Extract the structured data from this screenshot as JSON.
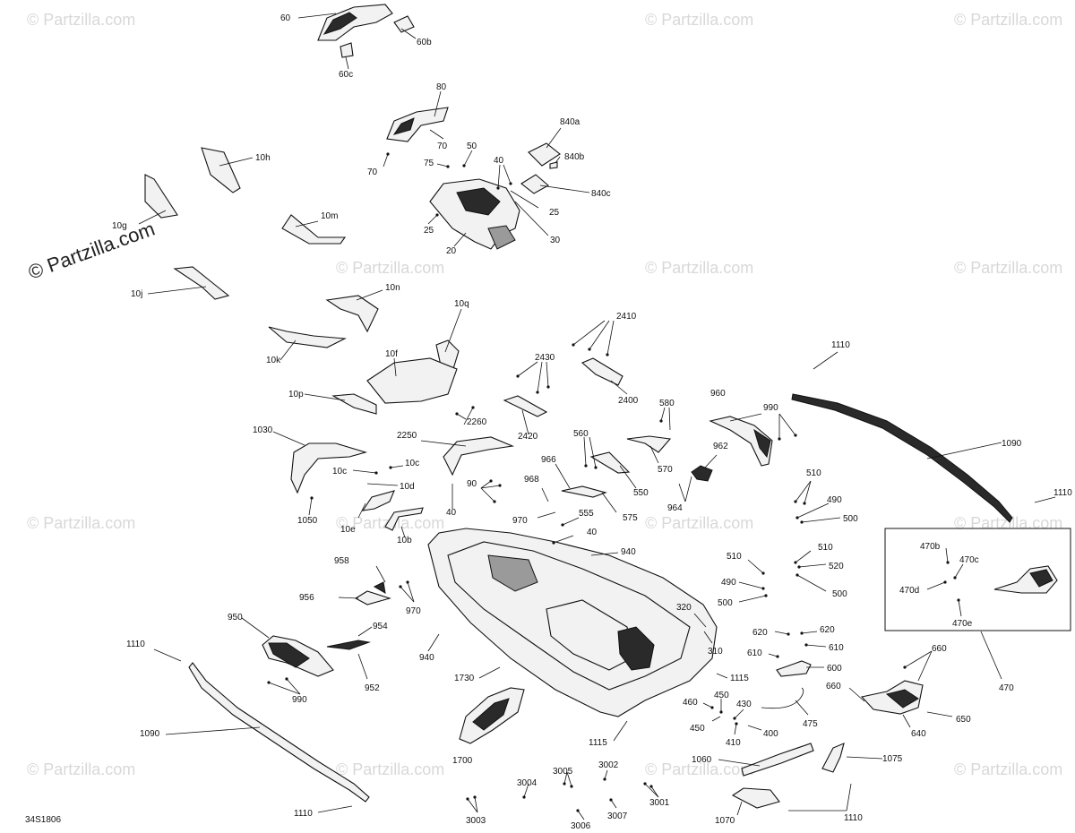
{
  "diagram": {
    "watermark": "© Partzilla.com",
    "watermark_big": "© Partzilla.com",
    "drawing_number": "34S1806",
    "inset_labels": [
      "470b",
      "470c",
      "470d",
      "470e"
    ],
    "labels": [
      "60",
      "60b",
      "60c",
      "80",
      "70",
      "70",
      "50",
      "75",
      "40",
      "25",
      "25",
      "20",
      "30",
      "840a",
      "840b",
      "840c",
      "10h",
      "10g",
      "10m",
      "10j",
      "10n",
      "10q",
      "10k",
      "10f",
      "10p",
      "1030",
      "10c",
      "10c",
      "10d",
      "1050",
      "10e",
      "10b",
      "2250",
      "2260",
      "2420",
      "2430",
      "2400",
      "2410",
      "580",
      "570",
      "560",
      "550",
      "966",
      "968",
      "575",
      "90",
      "40",
      "970",
      "555",
      "40",
      "940",
      "960",
      "990",
      "962",
      "964",
      "1110",
      "1090",
      "1110",
      "510",
      "490",
      "500",
      "510",
      "520",
      "500",
      "510",
      "490",
      "500",
      "958",
      "956",
      "970",
      "950",
      "954",
      "952",
      "990",
      "1110",
      "1090",
      "940",
      "1730",
      "1700",
      "320",
      "310",
      "1115",
      "1115",
      "620",
      "620",
      "610",
      "610",
      "600",
      "460",
      "450",
      "450",
      "430",
      "410",
      "400",
      "475",
      "660",
      "660",
      "650",
      "640",
      "470",
      "1060",
      "1075",
      "1070",
      "1110",
      "1110",
      "3004",
      "3005",
      "3002",
      "3003",
      "3006",
      "3007",
      "3001"
    ]
  }
}
